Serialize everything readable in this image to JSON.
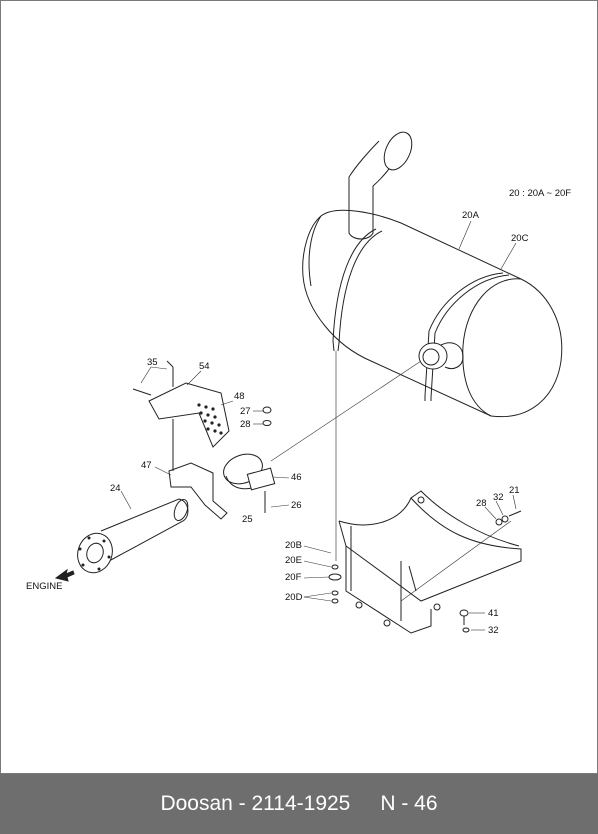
{
  "diagram": {
    "legend": "20 : 20A ~ 20F",
    "engine_label": "ENGINE",
    "labels": {
      "p20A": "20A",
      "p20C": "20C",
      "p35": "35",
      "p54": "54",
      "p48": "48",
      "p27": "27",
      "p28a": "28",
      "p47": "47",
      "p24": "24",
      "p46": "46",
      "p26": "26",
      "p25": "25",
      "p32a": "32",
      "p21": "21",
      "p28b": "28",
      "p20B": "20B",
      "p20E": "20E",
      "p20F": "20F",
      "p20D": "20D",
      "p41": "41",
      "p32b": "32"
    }
  },
  "footer": {
    "part_ref": "Doosan - 2114-1925",
    "page_ref": "N - 46"
  }
}
